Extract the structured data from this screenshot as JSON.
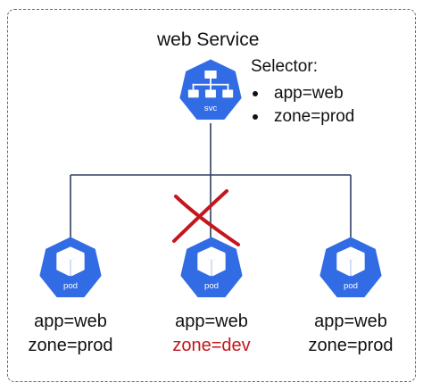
{
  "service": {
    "title": "web Service",
    "icon_label": "svc",
    "selector_title": "Selector:",
    "selectors": [
      "app=web",
      "zone=prod"
    ]
  },
  "pods": [
    {
      "icon_label": "pod",
      "app": "app=web",
      "zone": "zone=prod",
      "excluded": false
    },
    {
      "icon_label": "pod",
      "app": "app=web",
      "zone": "zone=dev",
      "excluded": true
    },
    {
      "icon_label": "pod",
      "app": "app=web",
      "zone": "zone=prod",
      "excluded": false
    }
  ],
  "colors": {
    "icon_blue": "#326ce5",
    "line": "#2f3e63",
    "mismatch_red": "#c4161c",
    "border": "#666666"
  },
  "icons": {
    "service": "kubernetes-service-icon",
    "pod": "kubernetes-pod-icon",
    "exclusion": "red-cross-icon"
  }
}
